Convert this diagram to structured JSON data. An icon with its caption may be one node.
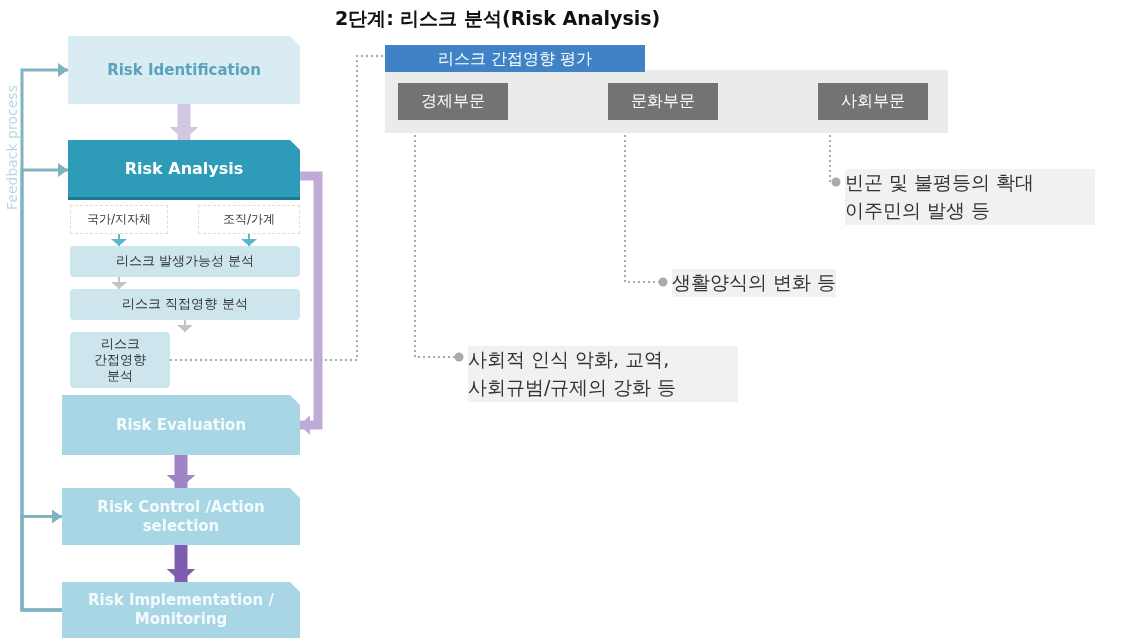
{
  "diagram": {
    "title": "2단계: 리스크 분석(Risk Analysis)",
    "nodes": [
      {
        "text": [
          "Risk Identification"
        ]
      },
      {
        "text": [
          "Risk Analysis"
        ]
      },
      {
        "text": [
          "국가/지자체"
        ]
      },
      {
        "text": [
          "조직/가계"
        ]
      },
      {
        "text": [
          "리스크 발생가능성 분석"
        ]
      },
      {
        "text": [
          "리스크 직접영향 분석"
        ]
      },
      {
        "text": [
          "리스크 간접영향 분석"
        ]
      },
      {
        "text": [
          "Risk Evaluation"
        ]
      },
      {
        "text": [
          "Risk Control /Action selection"
        ]
      },
      {
        "text": [
          "Risk Implementation / Monitoring"
        ]
      },
      {
        "text": [
          "리스크 간접영향 평가"
        ]
      },
      {
        "text": [
          "경제부문"
        ],
        "in": 10
      },
      {
        "text": [
          "문화부문"
        ],
        "in": 10
      },
      {
        "text": [
          "사회부문"
        ],
        "in": 10
      },
      {
        "text": [
          "빈곤 및 불평등의 확대 이주민의 발생 등"
        ]
      },
      {
        "text": [
          "생활양식의 변화 등"
        ]
      },
      {
        "text": [
          "사회적 인식 악화, 교역, 사회규범/규제의 강화 등"
        ]
      }
    ],
    "edges": [
      {
        "from": 0,
        "to": 1,
        "arrow": "to",
        "style": "thick",
        "color": "#d2c6e2"
      },
      {
        "from": 1,
        "to": 7,
        "arrow": "to",
        "style": "thick",
        "color": "#c0aad8"
      },
      {
        "from": 7,
        "to": 8,
        "arrow": "to",
        "style": "thick",
        "color": "#a184c8"
      },
      {
        "from": 8,
        "to": 9,
        "arrow": "to",
        "style": "thick",
        "color": "#7e5cae"
      },
      {
        "from": 2,
        "to": 4,
        "arrow": "to",
        "color": "#5fb6cc"
      },
      {
        "from": 3,
        "to": 4,
        "arrow": "to",
        "color": "#5fb6cc"
      },
      {
        "from": 4,
        "to": 5,
        "arrow": "to",
        "color": "#c4c4c4"
      },
      {
        "from": 5,
        "to": 6,
        "arrow": "to",
        "color": "#c4c4c4"
      },
      {
        "from": 9,
        "to": 0,
        "arrow": "to",
        "color": "#7fb3c2"
      },
      {
        "from": 9,
        "to": 1,
        "arrow": "to",
        "color": "#7fb3c2"
      },
      {
        "from": 9,
        "to": 8,
        "arrow": "to",
        "color": "#7fb3c2"
      },
      {
        "from": 6,
        "to": 10,
        "arrow": "none",
        "style": "dashed"
      },
      {
        "from": 11,
        "to": 16,
        "arrow": "other",
        "style": "dashed"
      },
      {
        "from": 12,
        "to": 15,
        "arrow": "other",
        "style": "dashed"
      },
      {
        "from": 13,
        "to": 14,
        "arrow": "other",
        "style": "dashed"
      }
    ],
    "labels": [
      "Feedback process"
    ]
  }
}
